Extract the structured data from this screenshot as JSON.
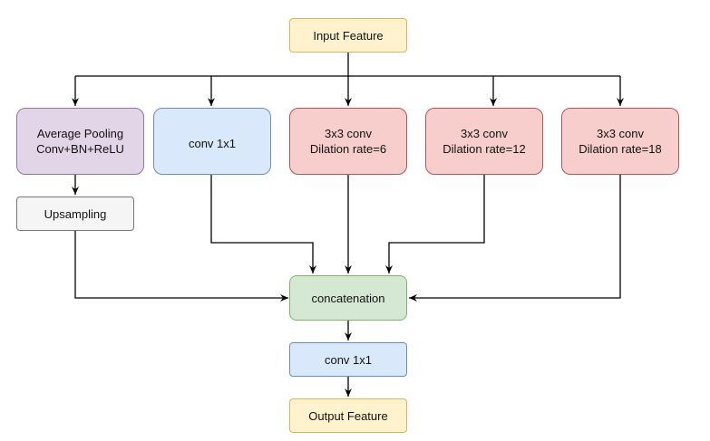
{
  "nodes": {
    "input_feature": "Input Feature",
    "avg_pool": {
      "line1": "Average Pooling",
      "line2": "Conv+BN+ReLU"
    },
    "conv1x1_top": "conv 1x1",
    "dil6": {
      "line1": "3x3 conv",
      "line2": "Dilation rate=6"
    },
    "dil12": {
      "line1": "3x3 conv",
      "line2": "Dilation rate=12"
    },
    "dil18": {
      "line1": "3x3 conv",
      "line2": "Dilation rate=18"
    },
    "upsampling": "Upsampling",
    "concatenation": "concatenation",
    "conv1x1_bottom": "conv 1x1",
    "output_feature": "Output Feature"
  },
  "colors": {
    "edge": "#000000",
    "input_output": "#fff2cc",
    "pooling": "#e1d5e7",
    "conv1x1": "#dae8fc",
    "dilated_conv": "#f8cecc",
    "upsampling": "#f5f5f5",
    "concatenation": "#d5e8d4"
  }
}
